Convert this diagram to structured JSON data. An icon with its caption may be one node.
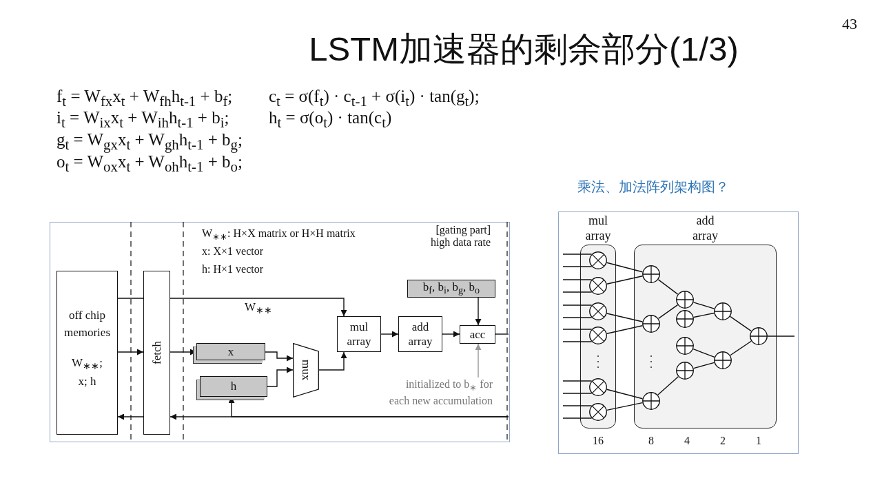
{
  "diagram": {
    "title": "LSTM加速器的剩余部分(1/3)",
    "nodes": [
      {
        "text": [
          "off chip memories",
          "W$_{∗∗}$; x; h"
        ]
      },
      {
        "text": [
          "fetch"
        ]
      },
      {
        "text": [
          "x"
        ]
      },
      {
        "text": [
          "h"
        ]
      },
      {
        "text": [
          "mux"
        ]
      },
      {
        "text": [
          "mul array"
        ]
      },
      {
        "text": [
          "add array"
        ]
      },
      {
        "text": [
          "acc"
        ]
      },
      {
        "text": [
          "b$_{f}$, b$_{i}$, b$_{g}$, b$_{o}$"
        ]
      },
      {
        "text": [
          "mul array"
        ]
      },
      {
        "text": [
          "add array"
        ]
      },
      {
        "text": [],
        "shape": "circle",
        "in": 9
      },
      {
        "text": [],
        "shape": "circle",
        "in": 9
      },
      {
        "text": [],
        "shape": "circle",
        "in": 9
      },
      {
        "text": [],
        "shape": "circle",
        "in": 9
      },
      {
        "text": [],
        "shape": "circle",
        "in": 9
      },
      {
        "text": [],
        "shape": "circle",
        "in": 9
      },
      {
        "text": [],
        "shape": "circle",
        "in": 10
      },
      {
        "text": [],
        "shape": "circle",
        "in": 10
      },
      {
        "text": [],
        "shape": "circle",
        "in": 10
      },
      {
        "text": [],
        "shape": "circle",
        "in": 10
      },
      {
        "text": [],
        "shape": "circle",
        "in": 10
      },
      {
        "text": [],
        "shape": "circle",
        "in": 10
      },
      {
        "text": [],
        "shape": "circle",
        "in": 10
      },
      {
        "text": [],
        "shape": "circle",
        "in": 10
      },
      {
        "text": [],
        "shape": "circle",
        "in": 10
      },
      {
        "text": [],
        "shape": "circle",
        "in": 10
      },
      {
        "text": [
          "initialized to b$_{∗}$ for each new accumulation"
        ]
      }
    ],
    "edges": [
      {
        "from": 0,
        "to": 1,
        "arrow": "none"
      },
      {
        "from": 1,
        "to": 5,
        "arrow": "to",
        "label": "W$_{∗∗}$"
      },
      {
        "from": 0,
        "to": 1,
        "arrow": "to"
      },
      {
        "from": 1,
        "to": 2,
        "arrow": "to"
      },
      {
        "from": 2,
        "to": 4,
        "arrow": "to"
      },
      {
        "from": 3,
        "to": 4,
        "arrow": "to"
      },
      {
        "from": 4,
        "to": 5,
        "arrow": "to"
      },
      {
        "from": 5,
        "to": 6,
        "arrow": "to"
      },
      {
        "from": 6,
        "to": 7,
        "arrow": "to"
      },
      {
        "from": 8,
        "to": 7,
        "arrow": "to"
      },
      {
        "from": 7,
        "to": null,
        "arrow": "none"
      },
      {
        "from": null,
        "to": 1,
        "arrow": "to"
      },
      {
        "from": null,
        "to": 3,
        "arrow": "to"
      },
      {
        "from": 1,
        "to": 0,
        "arrow": "to"
      },
      {
        "from": 27,
        "to": 7,
        "arrow": "to",
        "color": "#999999"
      },
      {
        "from": null,
        "to": 11,
        "arrow": "none"
      },
      {
        "from": null,
        "to": 11,
        "arrow": "none"
      },
      {
        "from": null,
        "to": 12,
        "arrow": "none"
      },
      {
        "from": null,
        "to": 12,
        "arrow": "none"
      },
      {
        "from": null,
        "to": 13,
        "arrow": "none"
      },
      {
        "from": null,
        "to": 13,
        "arrow": "none"
      },
      {
        "from": null,
        "to": 14,
        "arrow": "none"
      },
      {
        "from": null,
        "to": 14,
        "arrow": "none"
      },
      {
        "from": null,
        "to": 15,
        "arrow": "none"
      },
      {
        "from": null,
        "to": 15,
        "arrow": "none"
      },
      {
        "from": null,
        "to": 16,
        "arrow": "none"
      },
      {
        "from": null,
        "to": 16,
        "arrow": "none"
      },
      {
        "from": 11,
        "to": 17,
        "arrow": "none"
      },
      {
        "from": 12,
        "to": 17,
        "arrow": "none"
      },
      {
        "from": 13,
        "to": 18,
        "arrow": "none"
      },
      {
        "from": 14,
        "to": 18,
        "arrow": "none"
      },
      {
        "from": 15,
        "to": 19,
        "arrow": "none"
      },
      {
        "from": 16,
        "to": 19,
        "arrow": "none"
      },
      {
        "from": 17,
        "to": 20,
        "arrow": "none"
      },
      {
        "from": 18,
        "to": 20,
        "arrow": "none"
      },
      {
        "from": 19,
        "to": 23,
        "arrow": "none"
      },
      {
        "from": 20,
        "to": 24,
        "arrow": "none"
      },
      {
        "from": 21,
        "to": 24,
        "arrow": "none"
      },
      {
        "from": 22,
        "to": 25,
        "arrow": "none"
      },
      {
        "from": 23,
        "to": 25,
        "arrow": "none"
      },
      {
        "from": 24,
        "to": 26,
        "arrow": "none"
      },
      {
        "from": 25,
        "to": 26,
        "arrow": "none"
      },
      {
        "from": 26,
        "to": null,
        "arrow": "none"
      }
    ],
    "labels": [
      "f$_{t}$ = W$_{fx}$x$_{t}$ + W$_{fh}$h$_{t-1}$ + b$_{f}$;",
      "c$_{t}$ = σ(f$_{t}$) · c$_{t-1}$ + σ(i$_{t}$) · tan(g$_{t}$);",
      "i$_{t}$ = W$_{ix}$x$_{t}$ + W$_{ih}$h$_{t-1}$ + b$_{i}$;",
      "h$_{t}$ = σ(o$_{t}$) · tan(c$_{t}$)",
      "g$_{t}$ = W$_{gx}$x$_{t}$ + W$_{gh}$h$_{t-1}$ + b$_{g}$;",
      "o$_{t}$ = W$_{ox}$x$_{t}$ + W$_{oh}$h$_{t-1}$ + b$_{o}$;",
      "W$_{∗∗}$: H×X matrix or H×H matrix",
      "x: X×1 vector",
      "h: H×1 vector",
      "[gating part] high data rate",
      "乘法、加法阵列架构图？",
      "16",
      "8",
      "4",
      "2",
      "1",
      "43"
    ]
  }
}
